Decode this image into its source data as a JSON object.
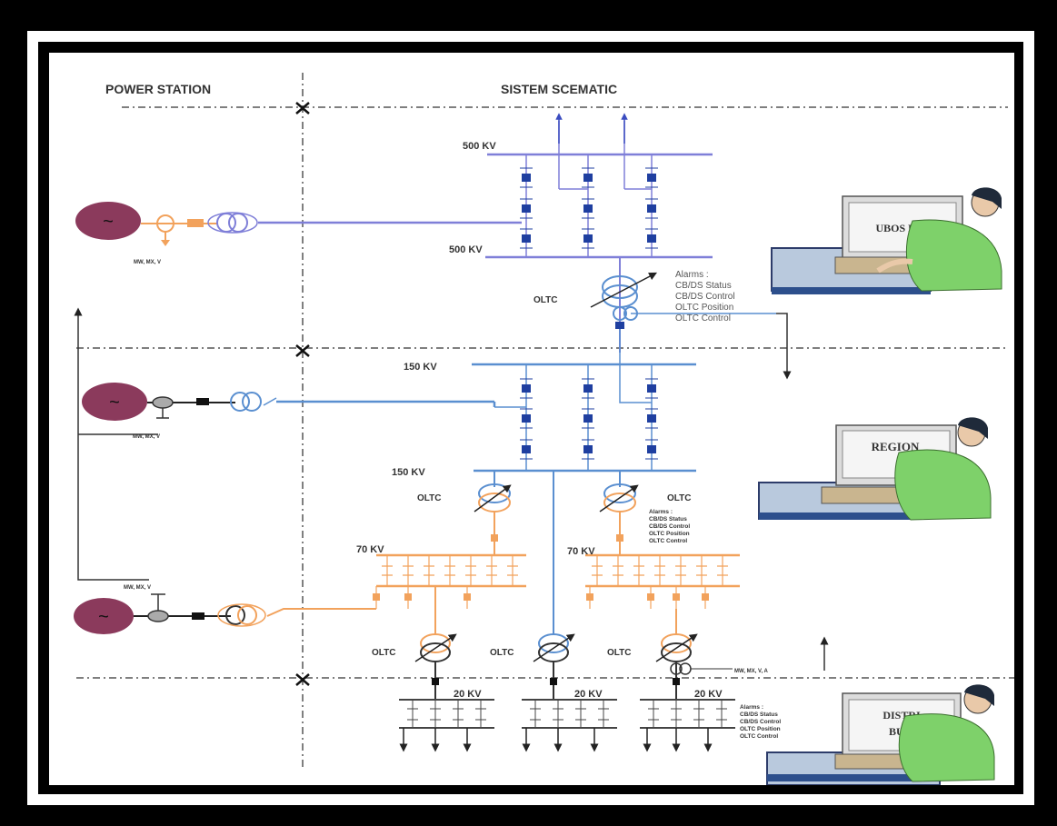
{
  "headers": {
    "power_station": "POWER STATION",
    "system_schematic": "SISTEM SCEMATIC"
  },
  "buses": {
    "b500_top": "500 KV",
    "b500_bot": "500 KV",
    "b150_top": "150 KV",
    "b150_bot": "150 KV",
    "b70_left": "70 KV",
    "b70_right": "70 KV",
    "b20_1": "20 KV",
    "b20_2": "20 KV",
    "b20_3": "20 KV"
  },
  "oltc": {
    "oltc_500": "OLTC",
    "oltc_150_left": "OLTC",
    "oltc_150_right": "OLTC",
    "oltc_20_1": "OLTC",
    "oltc_20_2": "OLTC",
    "oltc_20_3": "OLTC"
  },
  "generators": {
    "gen1_meas": "MW, MX, V",
    "gen2_meas": "MW, MX, V",
    "gen3_meas": "MW, MX, V",
    "dist_meas": "MW, MX, V, A"
  },
  "alarms_500": [
    "Alarms :",
    "CB/DS Status",
    "CB/DS Control",
    "OLTC Position",
    "OLTC Control"
  ],
  "alarms_150": [
    "Alarms :",
    "CB/DS Status",
    "CB/DS Control",
    "OLTC Position",
    "OLTC Control"
  ],
  "alarms_20": [
    "Alarms :",
    "CB/DS Status",
    "CB/DS Control",
    "OLTC Position",
    "OLTC Control"
  ],
  "control_centers": {
    "ubos": "UBOS P2B",
    "region": "REGION",
    "distribusi_1": "DISTRI",
    "distribusi_2": "BUSI"
  },
  "colors": {
    "hv": "#7f7fd8",
    "hv2": "#5a8fd0",
    "mv": "#f2a25c",
    "generator": "#8b3a5c",
    "breaker": "#1f3fa0",
    "monitor": "#c8c8c8",
    "person_shirt": "#7ed16a"
  }
}
